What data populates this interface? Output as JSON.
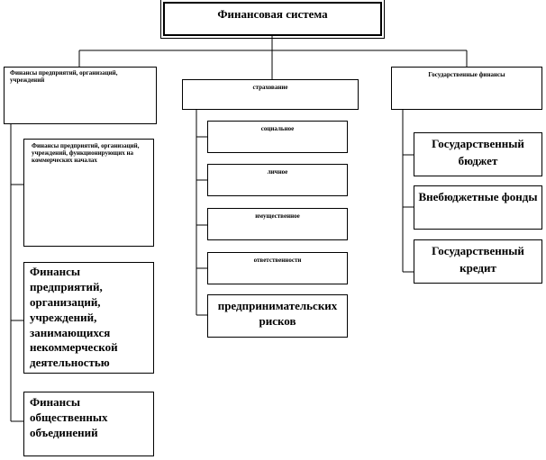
{
  "root": {
    "title": "Финансовая система"
  },
  "branches": {
    "enterprises": {
      "label": "Финансы предприятий, организаций, учреждений",
      "children": [
        "Финансы предприятий, организаций, учреждений, функционирующих на коммерческих началах",
        "Финансы предприятий, организаций, учреждений, занимающихся некоммерческой деятельностью",
        "Финансы общественных объединений"
      ]
    },
    "insurance": {
      "label": "страхование",
      "children": [
        "социальное",
        "личное",
        "имущественное",
        "ответственности",
        "предпринимательских рисков"
      ]
    },
    "state": {
      "label": "Государственные финансы",
      "children": [
        "Государственный бюджет",
        "Внебюджетные фонды",
        "Государственный кредит"
      ]
    }
  }
}
